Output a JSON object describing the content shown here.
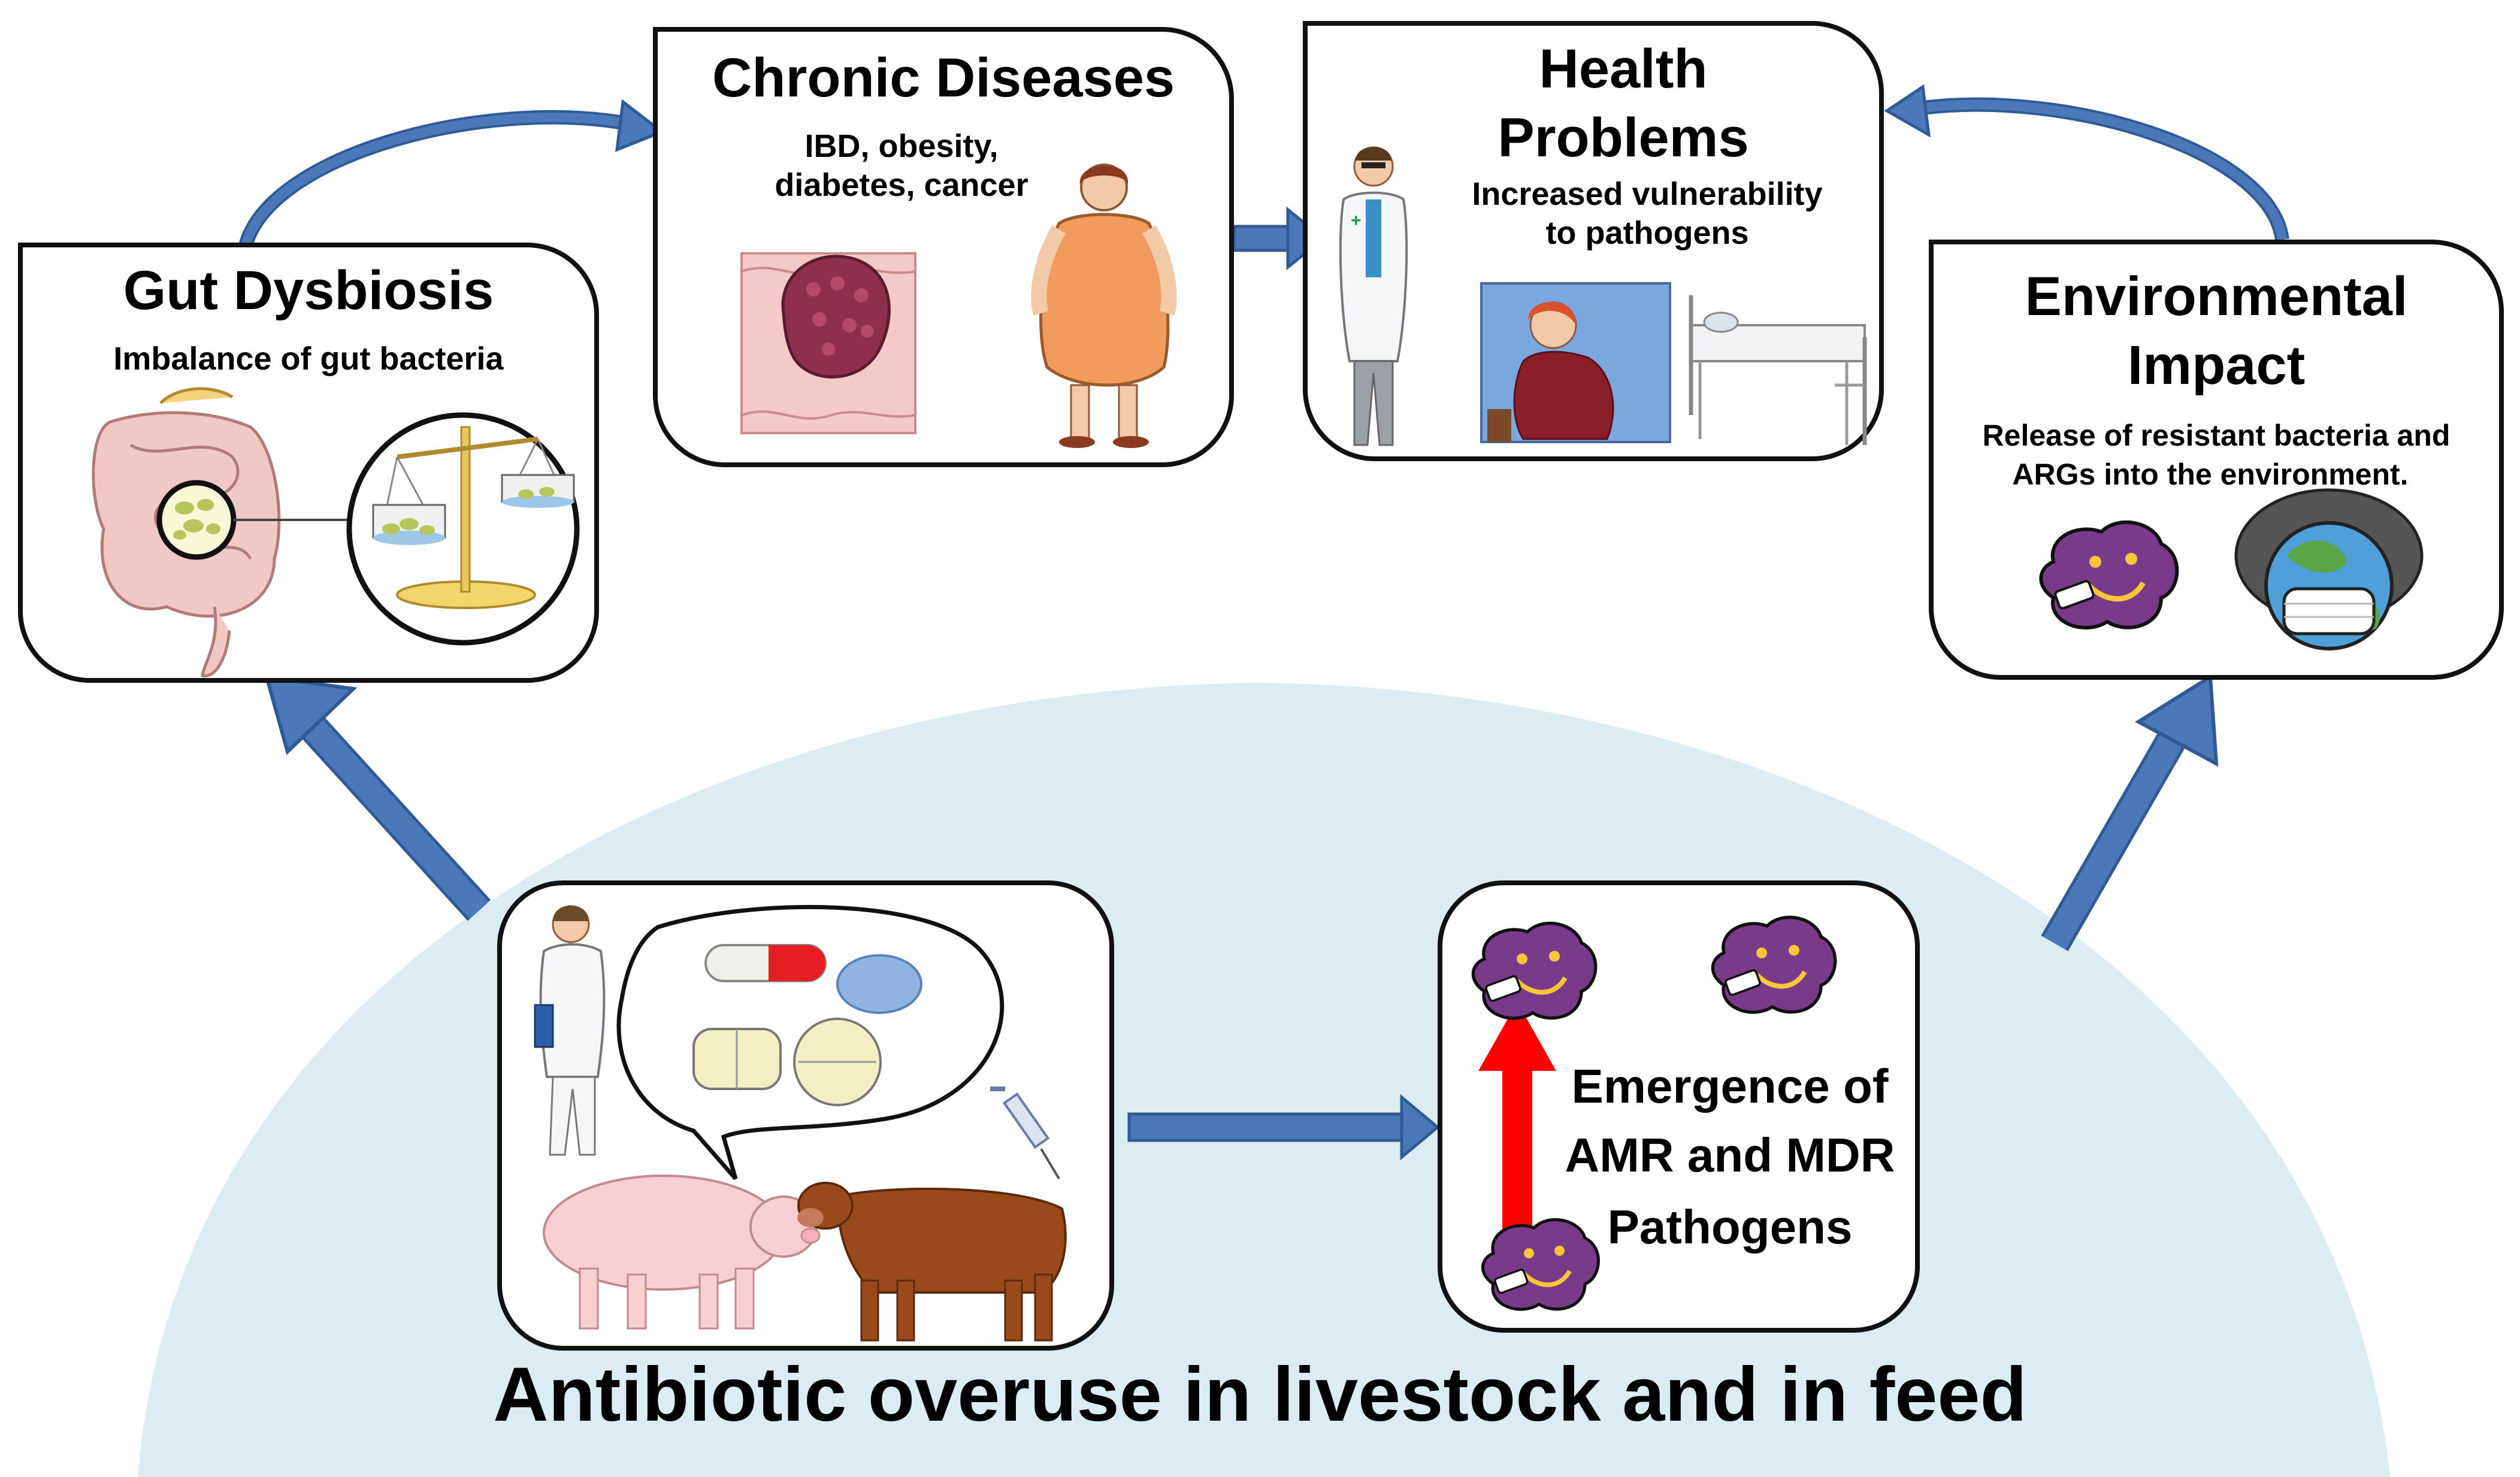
{
  "colors": {
    "arrow": "#4a78b8",
    "arrow_edge": "#2f5a96",
    "dome": "#dcecf3",
    "up_arrow": "#ff0000",
    "bacteria": "#7a3a8a",
    "outline": "#111111"
  },
  "bottom_title": "Antibiotic overuse in livestock and in feed",
  "gut_dysbiosis": {
    "title": "Gut Dysbiosis",
    "subtitle": "Imbalance of gut bacteria",
    "icons": [
      "intestine-icon",
      "balance-scale-icon"
    ]
  },
  "chronic_diseases": {
    "title": "Chronic Diseases",
    "subtitle_line1": "IBD, obesity,",
    "subtitle_line2": "diabetes, cancer",
    "icons": [
      "colon-tumor-icon",
      "obese-person-icon"
    ]
  },
  "health_problems": {
    "title_line1": "Health",
    "title_line2": "Problems",
    "subtitle_line1": "Increased vulnerability",
    "subtitle_line2": "to pathogens",
    "icons": [
      "doctor-icon",
      "sick-patient-icon",
      "hospital-bed-icon"
    ]
  },
  "environmental_impact": {
    "title_line1": "Environmental",
    "title_line2": "Impact",
    "subtitle_line1": "Release of resistant bacteria and",
    "subtitle_line2": "ARGs into the environment.",
    "icons": [
      "resistant-bacteria-icon",
      "earth-mask-icon"
    ]
  },
  "livestock_panel": {
    "icons": [
      "vet-icon",
      "capsule-icon",
      "tablet-icon",
      "syringe-icon",
      "pig-icon",
      "cow-icon",
      "speech-bubble-icon"
    ]
  },
  "amr_panel": {
    "line1": "Emergence of",
    "line2": "AMR and MDR",
    "line3": "Pathogens",
    "icons": [
      "resistant-bacteria-icon",
      "up-arrow-icon"
    ]
  }
}
